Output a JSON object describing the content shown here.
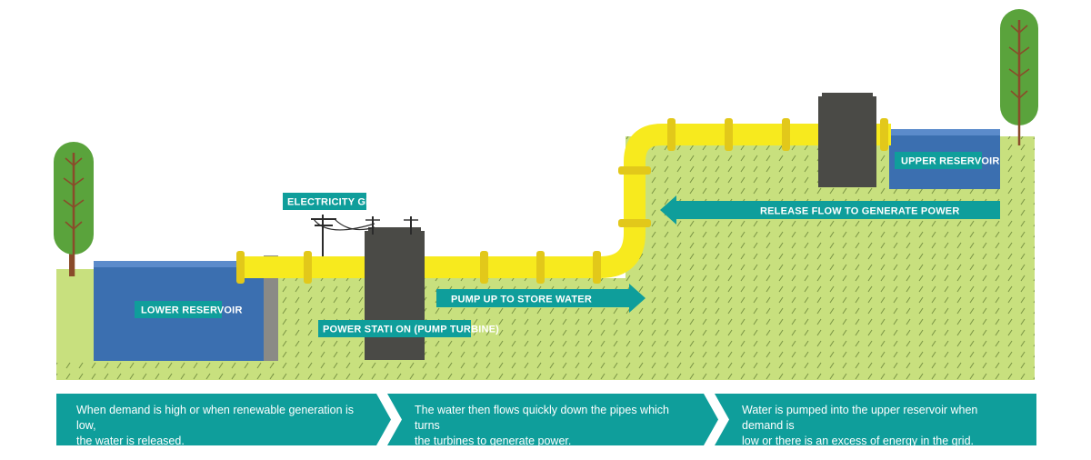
{
  "labels": {
    "electricity_grid": "ELECTRICITY GRID",
    "lower_reservoir": "LOWER RESERVOIR",
    "upper_reservoir": "UPPER RESERVOIR",
    "power_station": "POWER STATI ON (PUMP TURBINE)",
    "pump_up": "PUMP UP TO STORE WATER",
    "release_flow": "RELEASE FLOW TO GENERATE POWER"
  },
  "steps": [
    {
      "text_line1": "When demand is high or when renewable generation is low,",
      "text_line2": "the water is released."
    },
    {
      "text_line1": "The water then flows quickly down the pipes which turns",
      "text_line2": "the turbines to generate power."
    },
    {
      "text_line1": "Water is pumped into the upper reservoir when demand is",
      "text_line2": "low or there is an excess of energy in the grid."
    }
  ],
  "colors": {
    "grass": "#c8e07e",
    "water": "#3b6fb0",
    "water_top": "#5b8bcb",
    "pipe": "#f7ea1e",
    "pipe_joint": "#e2c81a",
    "station": "#4a4a46",
    "teal": "#0f9e9b",
    "tree_green": "#5aa33c",
    "trunk": "#8a4b2a"
  },
  "icons": {
    "left_tree": "tree-icon",
    "right_tree": "tree-icon",
    "pylon": "power-pole-icon"
  }
}
